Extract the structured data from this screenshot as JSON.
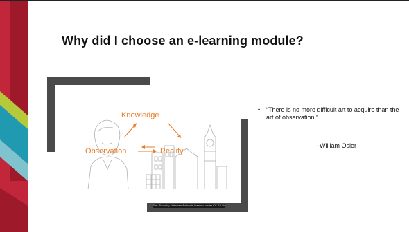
{
  "slide": {
    "title": "Why did I choose an e-learning module?",
    "diagram": {
      "node_top": "Knowledge",
      "node_left": "Observation",
      "node_right": "Reality"
    },
    "image_credit": "This Photo by Unknown Author is licensed under CC BY-NC",
    "bullet": "•",
    "quote": "“There is no more difficult art to acquire than the art of observation.”",
    "quote_author": "-William Osler"
  },
  "colors": {
    "accent_orange": "#e87d2a",
    "band_red": "#b71c2f",
    "band_teal": "#1f9ab0",
    "band_lime": "#b5c93a",
    "bracket_gray": "#4a4a4a"
  },
  "icons": [
    "lincoln-portrait-sketch",
    "big-ben-sketch",
    "city-skyline-sketch"
  ]
}
